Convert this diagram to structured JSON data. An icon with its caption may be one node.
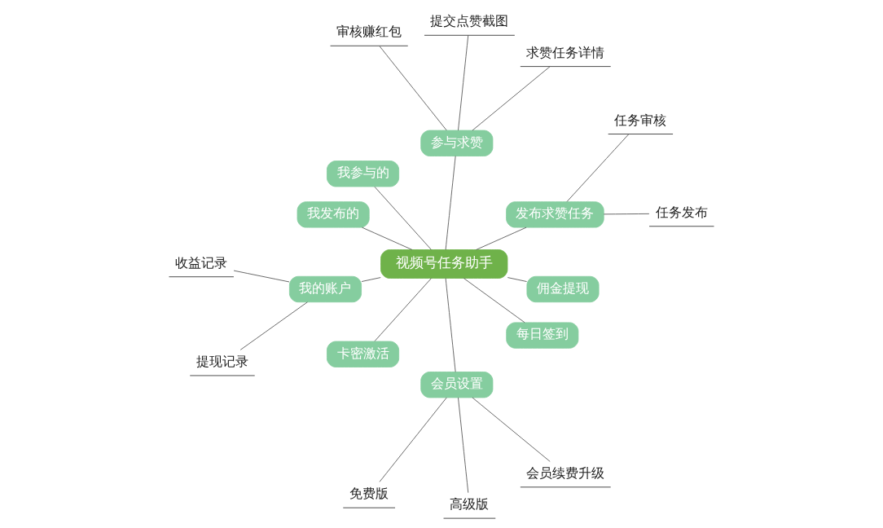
{
  "diagram": {
    "nodes": [
      {
        "text": [
          "视频号任务助手"
        ]
      },
      {
        "text": [
          "发布求赞任务"
        ]
      },
      {
        "text": [
          "任务发布"
        ]
      },
      {
        "text": [
          "任务审核"
        ]
      },
      {
        "text": [
          "参与求赞"
        ]
      },
      {
        "text": [
          "求赞任务详情"
        ]
      },
      {
        "text": [
          "提交点赞截图"
        ]
      },
      {
        "text": [
          "审核赚红包"
        ]
      },
      {
        "text": [
          "我参与的"
        ]
      },
      {
        "text": [
          "我发布的"
        ]
      },
      {
        "text": [
          "我的账户"
        ]
      },
      {
        "text": [
          "收益记录"
        ]
      },
      {
        "text": [
          "提现记录"
        ]
      },
      {
        "text": [
          "卡密激活"
        ]
      },
      {
        "text": [
          "会员设置"
        ]
      },
      {
        "text": [
          "免费版"
        ]
      },
      {
        "text": [
          "高级版"
        ]
      },
      {
        "text": [
          "会员续费升级"
        ]
      },
      {
        "text": [
          "每日签到"
        ]
      },
      {
        "text": [
          "佣金提现"
        ]
      }
    ],
    "edges": [
      {
        "from": 0,
        "to": 1,
        "arrow": "none"
      },
      {
        "from": 1,
        "to": 2,
        "arrow": "none"
      },
      {
        "from": 1,
        "to": 3,
        "arrow": "none"
      },
      {
        "from": 0,
        "to": 4,
        "arrow": "none"
      },
      {
        "from": 4,
        "to": 5,
        "arrow": "none"
      },
      {
        "from": 4,
        "to": 6,
        "arrow": "none"
      },
      {
        "from": 4,
        "to": 7,
        "arrow": "none"
      },
      {
        "from": 0,
        "to": 8,
        "arrow": "none"
      },
      {
        "from": 0,
        "to": 9,
        "arrow": "none"
      },
      {
        "from": 0,
        "to": 10,
        "arrow": "none"
      },
      {
        "from": 10,
        "to": 11,
        "arrow": "none"
      },
      {
        "from": 10,
        "to": 12,
        "arrow": "none"
      },
      {
        "from": 0,
        "to": 13,
        "arrow": "none"
      },
      {
        "from": 0,
        "to": 14,
        "arrow": "none"
      },
      {
        "from": 14,
        "to": 15,
        "arrow": "none"
      },
      {
        "from": 14,
        "to": 16,
        "arrow": "none"
      },
      {
        "from": 14,
        "to": 17,
        "arrow": "none"
      },
      {
        "from": 0,
        "to": 18,
        "arrow": "none"
      },
      {
        "from": 0,
        "to": 19,
        "arrow": "none"
      }
    ]
  }
}
